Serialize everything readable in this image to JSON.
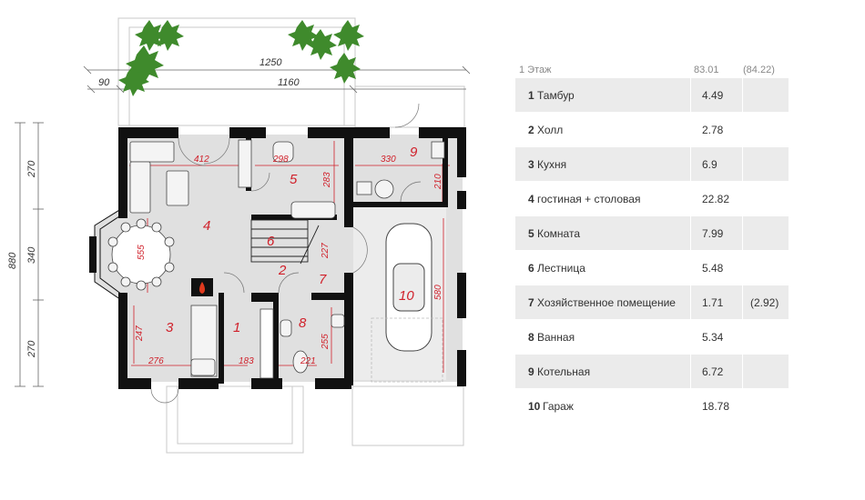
{
  "dimensions": {
    "overall_width": "1250",
    "inner_width": "1160",
    "left_offset": "90",
    "overall_depth": "880",
    "side_upper": "270",
    "side_middle": "340",
    "side_lower": "270",
    "d412": "412",
    "d298": "298",
    "d330": "330",
    "d283": "283",
    "d210": "210",
    "d555": "555",
    "d227": "227",
    "d580": "580",
    "d247": "247",
    "d276": "276",
    "d183": "183",
    "d221": "221",
    "d255": "255"
  },
  "room_labels": [
    "1",
    "2",
    "3",
    "4",
    "5",
    "6",
    "7",
    "8",
    "9",
    "10"
  ],
  "table": {
    "floor": "1 Этаж",
    "total": "83.01",
    "total_alt": "(84.22)",
    "rows": [
      {
        "num": "1",
        "name": "Тамбур",
        "area": "4.49",
        "area_alt": ""
      },
      {
        "num": "2",
        "name": "Холл",
        "area": "2.78",
        "area_alt": ""
      },
      {
        "num": "3",
        "name": "Кухня",
        "area": "6.9",
        "area_alt": ""
      },
      {
        "num": "4",
        "name": "гостиная + столовая",
        "area": "22.82",
        "area_alt": ""
      },
      {
        "num": "5",
        "name": "Комната",
        "area": "7.99",
        "area_alt": ""
      },
      {
        "num": "6",
        "name": "Лестница",
        "area": "5.48",
        "area_alt": ""
      },
      {
        "num": "7",
        "name": "Хозяйственное помещение",
        "area": "1.71",
        "area_alt": "(2.92)"
      },
      {
        "num": "8",
        "name": "Ванная",
        "area": "5.34",
        "area_alt": ""
      },
      {
        "num": "9",
        "name": "Котельная",
        "area": "6.72",
        "area_alt": ""
      },
      {
        "num": "10",
        "name": "Гараж",
        "area": "18.78",
        "area_alt": ""
      }
    ]
  },
  "colors": {
    "wall": "#111111",
    "floor": "#e0e0e0",
    "accent_red": "#d0202a",
    "plant_green": "#3f8a2c"
  }
}
